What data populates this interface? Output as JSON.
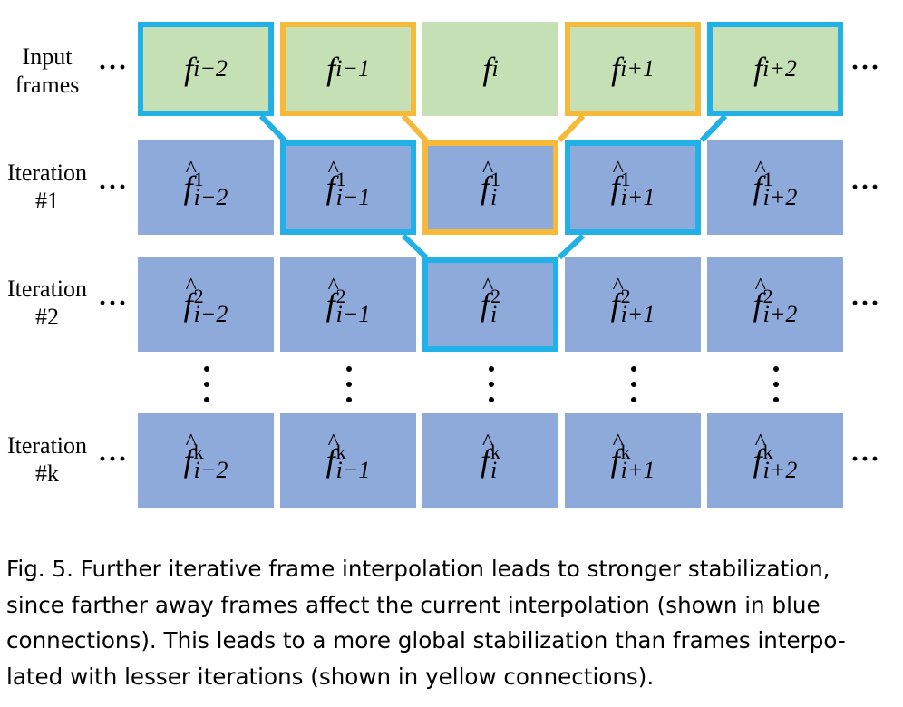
{
  "row_labels": [
    {
      "line1": "Input",
      "line2": "frames"
    },
    {
      "line1": "Iteration",
      "line2": "#1"
    },
    {
      "line1": "Iteration",
      "line2": "#2"
    },
    {
      "line1": "Iteration",
      "line2": "#k"
    }
  ],
  "ellipsis": "···",
  "subscripts": [
    "i−2",
    "i−1",
    "i",
    "i+1",
    "i+2"
  ],
  "frame_symbol": "f",
  "superscripts": [
    "1",
    "2",
    "k"
  ],
  "colors": {
    "input_fill": "#c5e0b4",
    "iteration_fill": "#8eaadb",
    "blue_connection": "#22b1e6",
    "yellow_connection": "#f7b93a"
  },
  "caption": [
    "Fig. 5.  Further iterative frame interpolation leads to stronger stabilization,",
    "since farther away frames affect the current interpolation (shown in blue",
    "connections). This leads to a more global stabilization than frames interpo-",
    "lated with lesser iterations (shown in yellow connections)."
  ]
}
